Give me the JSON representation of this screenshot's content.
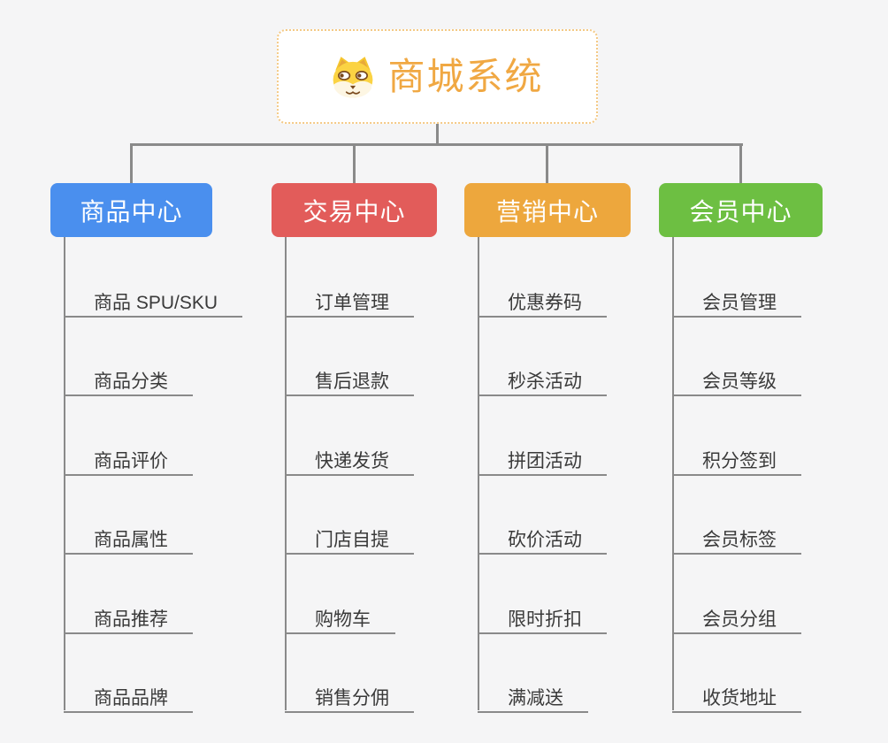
{
  "page": {
    "background_color": "#f5f5f6",
    "connector_color": "#8a8a8a",
    "leaf_text_color": "#3a3a3a"
  },
  "diagram": {
    "root": {
      "title": "商城系统",
      "icon": "dog-face-icon",
      "text_color": "#f0a843",
      "border_color": "#f4c985",
      "background": "#ffffff"
    },
    "branches": [
      {
        "label": "商品中心",
        "color": "#4a8fee",
        "children": [
          "商品 SPU/SKU",
          "商品分类",
          "商品评价",
          "商品属性",
          "商品推荐",
          "商品品牌"
        ]
      },
      {
        "label": "交易中心",
        "color": "#e25c5a",
        "children": [
          "订单管理",
          "售后退款",
          "快递发货",
          "门店自提",
          "购物车",
          "销售分佣"
        ]
      },
      {
        "label": "营销中心",
        "color": "#eda73d",
        "children": [
          "优惠券码",
          "秒杀活动",
          "拼团活动",
          "砍价活动",
          "限时折扣",
          "满减送"
        ]
      },
      {
        "label": "会员中心",
        "color": "#6dbf42",
        "children": [
          "会员管理",
          "会员等级",
          "积分签到",
          "会员标签",
          "会员分组",
          "收货地址"
        ]
      }
    ]
  }
}
